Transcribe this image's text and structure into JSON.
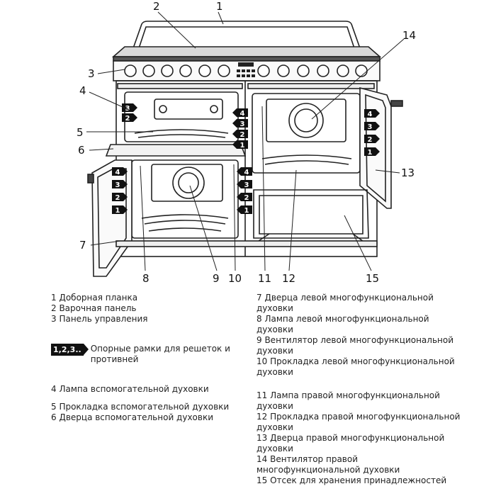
{
  "callouts": [
    "1",
    "2",
    "3",
    "4",
    "5",
    "6",
    "7",
    "8",
    "9",
    "10",
    "11",
    "12",
    "13",
    "14",
    "15"
  ],
  "rail_badges": [
    "1",
    "2",
    "3",
    "4"
  ],
  "legend": {
    "left_top": [
      "1 Доборная планка",
      "2 Варочная панель",
      "3 Панель управления"
    ],
    "rails_badge": "1,2,3..",
    "rails_text": "Опорные рамки для решеток и противней",
    "left_bottom": [
      "4 Лампа вспомогательной духовки",
      "5 Прокладка вспомогательной духовки",
      "6 Дверца вспомогательной духовки"
    ],
    "right_top": [
      "7 Дверца левой многофункциональной духовки",
      "8 Лампа левой многофункциональной духовки",
      "9 Вентилятор левой многофункциональной духовки",
      "10 Прокладка левой многофункциональной духовки"
    ],
    "right_bottom": [
      "11 Лампа правой многофункциональной духовки",
      "12 Прокладка правой многофункциональной духовки",
      "13 Дверца правой многофункциональной духовки",
      "14 Вентилятор правой многофункциональной духовки",
      "15 Отсек для хранения принадлежностей"
    ]
  }
}
